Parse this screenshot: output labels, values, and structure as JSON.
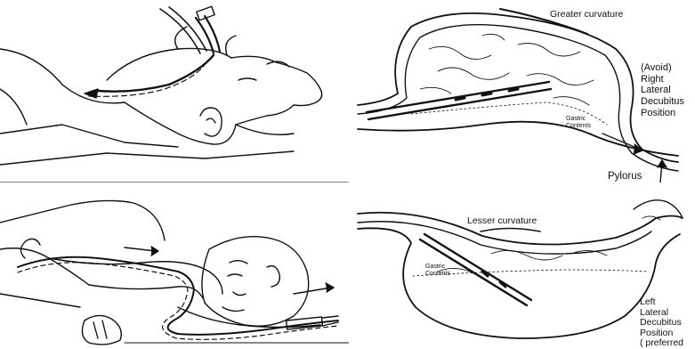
{
  "figure": {
    "labels": {
      "greater_curvature": "Greater curvature",
      "lesser_curvature": "Lesser curvature",
      "pylorus": "Pylorus",
      "gastric_contents_top": "Gastric\nContents",
      "gastric_contents_bottom": "Gastric\nContents",
      "right_position": [
        "(Avoid)",
        "Right",
        "Lateral",
        "Decubitus",
        "Position"
      ],
      "left_position": [
        "Left",
        "Lateral",
        "Decubitus",
        "Position",
        "( preferred"
      ]
    }
  }
}
